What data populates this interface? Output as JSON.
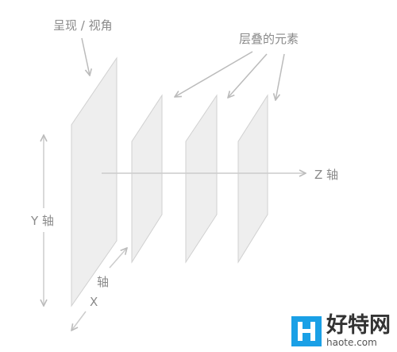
{
  "labels": {
    "viewport": "呈现 / 视角",
    "layers": "层叠的元素",
    "z_axis": "Z 轴",
    "y_axis": "Y 轴",
    "x_axis_word": "轴",
    "x_axis_letter": "X"
  },
  "watermark": {
    "brand": "好特网",
    "site": "haote.com"
  },
  "colors": {
    "plane_fill": "#eeeeee",
    "plane_stroke": "#cfcfcf",
    "axis": "#cccccc",
    "label": "#8a8a8a",
    "logo_bg": "#1aa0e6"
  }
}
